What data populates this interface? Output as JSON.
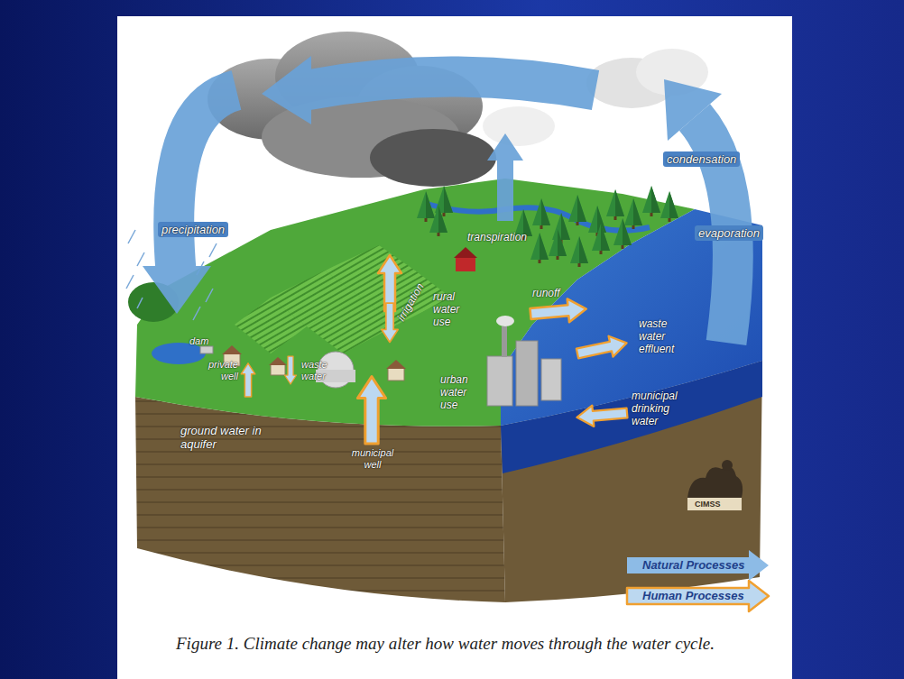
{
  "diagram": {
    "caption": "Figure 1. Climate change may alter how water moves through the water cycle.",
    "labels": [
      "precipitation",
      "transpiration",
      "condensation",
      "evaporation",
      "dam",
      "irrigation",
      "rural water use",
      "runoff",
      "waste water effluent",
      "private well",
      "waste water",
      "urban water use",
      "ground water in aquifer",
      "municipal well",
      "municipal drinking water",
      "CIMSS"
    ],
    "legend": [
      {
        "text": "Natural Processes"
      },
      {
        "text": "Human Processes"
      }
    ]
  }
}
